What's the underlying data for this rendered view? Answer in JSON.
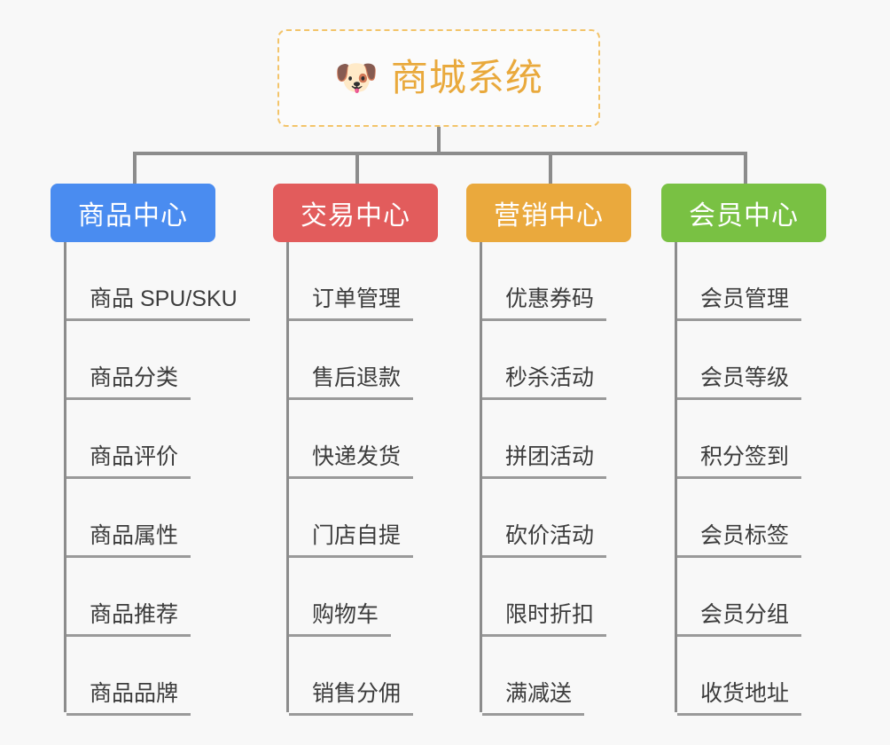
{
  "page": {
    "background_color": "#f8f8f8",
    "text_color": "#3c3c3c",
    "connector_color": "#8c8c8c"
  },
  "root": {
    "emoji": "🐶",
    "emoji_name": "dog-face-emoji",
    "title": "商城系统",
    "border_color": "#f3c46a",
    "title_color": "#e9a93c"
  },
  "branches": [
    {
      "title": "商品中心",
      "color": "#4a8cf0",
      "items": [
        "商品 SPU/SKU",
        "商品分类",
        "商品评价",
        "商品属性",
        "商品推荐",
        "商品品牌"
      ]
    },
    {
      "title": "交易中心",
      "color": "#e25c5c",
      "items": [
        "订单管理",
        "售后退款",
        "快递发货",
        "门店自提",
        "购物车",
        "销售分佣"
      ]
    },
    {
      "title": "营销中心",
      "color": "#eaa93d",
      "items": [
        "优惠券码",
        "秒杀活动",
        "拼团活动",
        "砍价活动",
        "限时折扣",
        "满减送"
      ]
    },
    {
      "title": "会员中心",
      "color": "#79c143",
      "items": [
        "会员管理",
        "会员等级",
        "积分签到",
        "会员标签",
        "会员分组",
        "收货地址"
      ]
    }
  ]
}
